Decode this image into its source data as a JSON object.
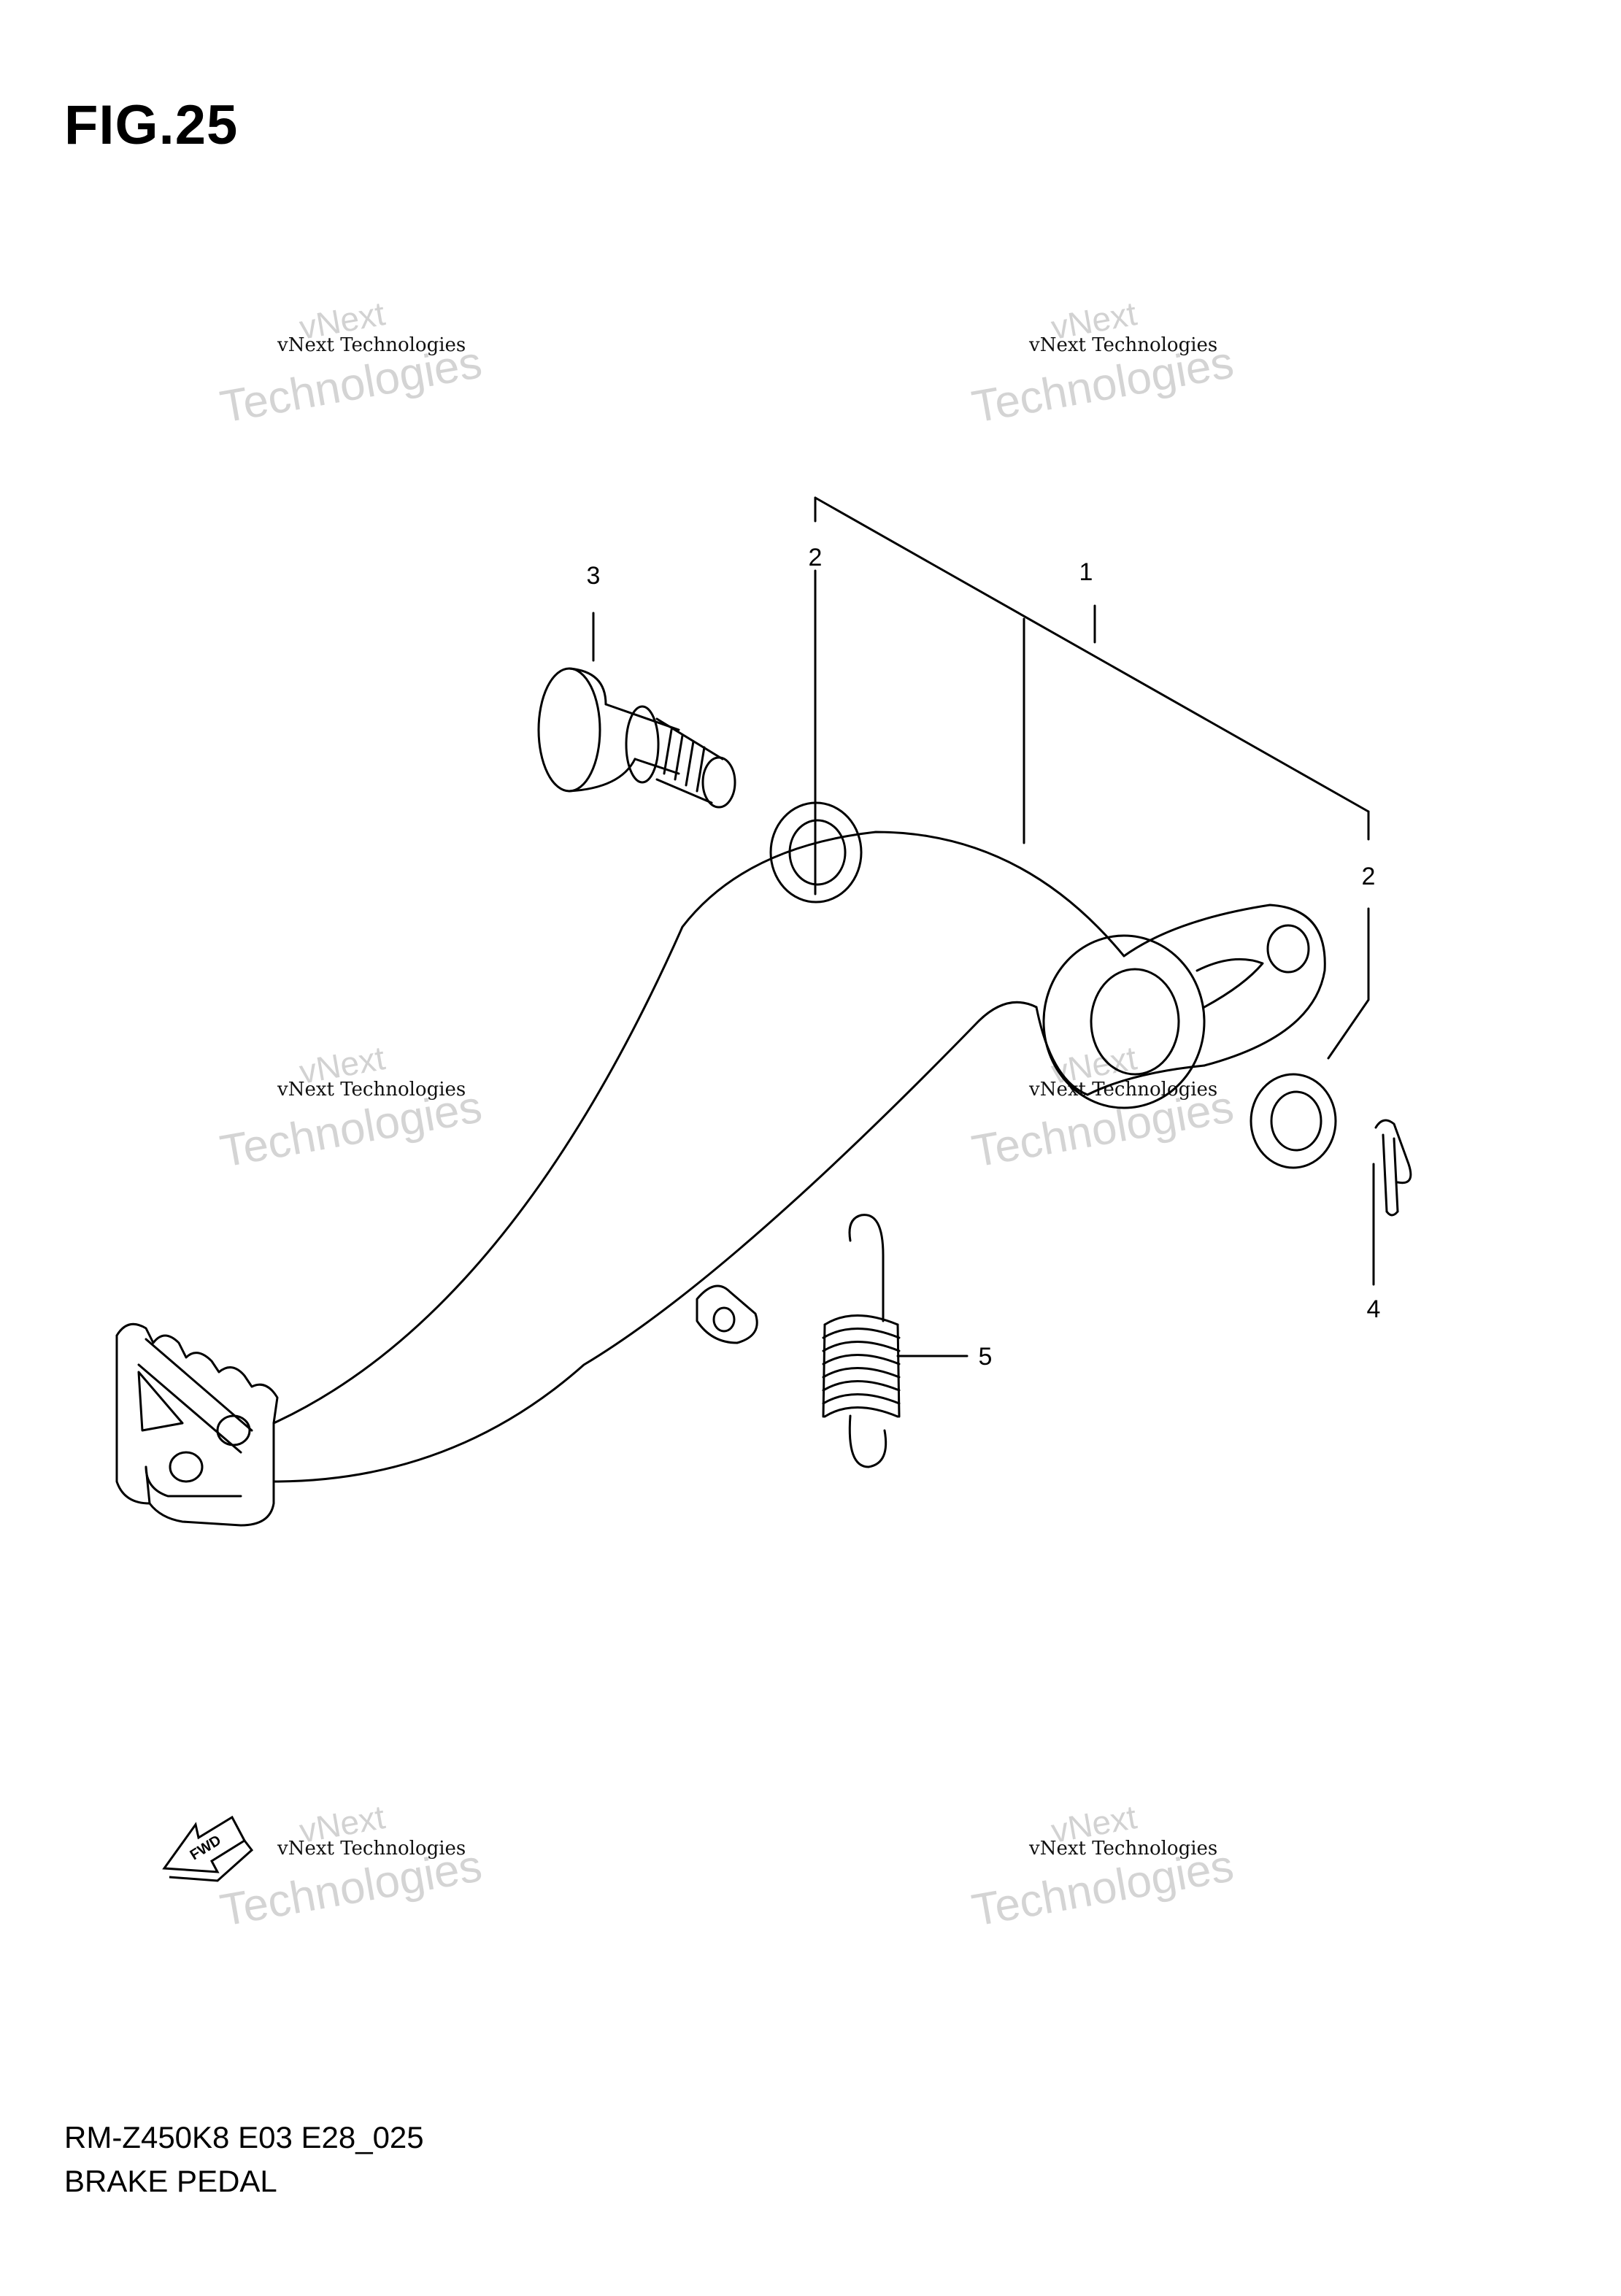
{
  "figure": {
    "title": "FIG.25"
  },
  "footer": {
    "model_code": "RM-Z450K8 E03 E28_025",
    "section_name": "BRAKE PEDAL"
  },
  "callouts": {
    "c1": "1",
    "c2a": "2",
    "c2b": "2",
    "c3": "3",
    "c4": "4",
    "c5": "5"
  },
  "fwd_indicator": {
    "label": "FWD",
    "icon": "forward-arrow-icon"
  },
  "watermark": {
    "word1": "vNext",
    "line": "vNext Technologies",
    "word2": "Technologies"
  },
  "colors": {
    "ink": "#000000",
    "paper": "#ffffff",
    "watermark": "#d2d2d2"
  }
}
